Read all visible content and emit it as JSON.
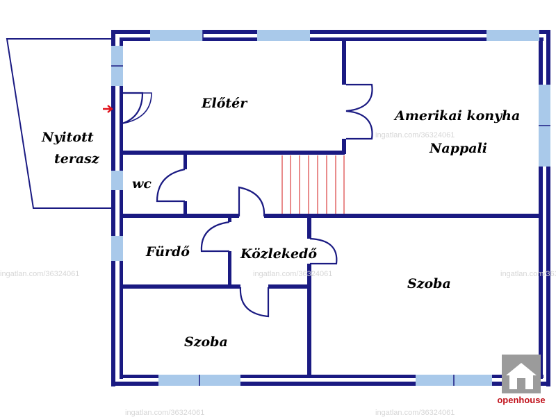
{
  "rooms": {
    "eloter": "Előtér",
    "konyha": "Amerikai konyha",
    "nappali": "Nappali",
    "terasz_1": "Nyitott",
    "terasz_2": "terasz",
    "wc": "wc",
    "furdo": "Fürdő",
    "kozlekedo": "Közlekedő",
    "szoba_right": "Szoba",
    "szoba_bottom": "Szoba"
  },
  "watermark": "ingatlan.com/36324061",
  "brand": {
    "name": "openhouse"
  },
  "colors": {
    "wall": "#1a1a82",
    "window": "#a9c9ea",
    "stairs": "#d31a1a",
    "entry_arrow": "#e0101a",
    "brand_red": "#c0111a",
    "brand_gray": "#9b9b9b"
  }
}
